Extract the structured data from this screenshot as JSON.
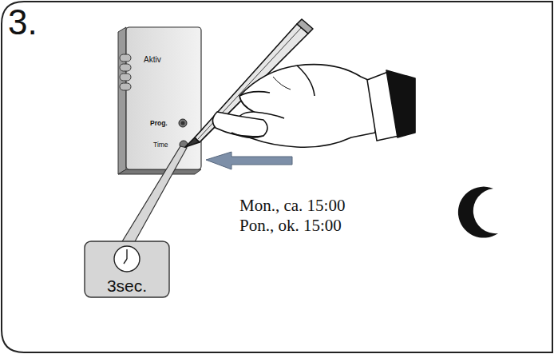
{
  "diagram": {
    "nodes": [
      {
        "text": [
          "Aktiv",
          "Prog.",
          "Time"
        ]
      },
      {
        "text": [
          "3sec."
        ]
      }
    ],
    "labels": [
      "3.",
      "Mon., ca. 15:00",
      "Pon., ok. 15:00"
    ]
  }
}
